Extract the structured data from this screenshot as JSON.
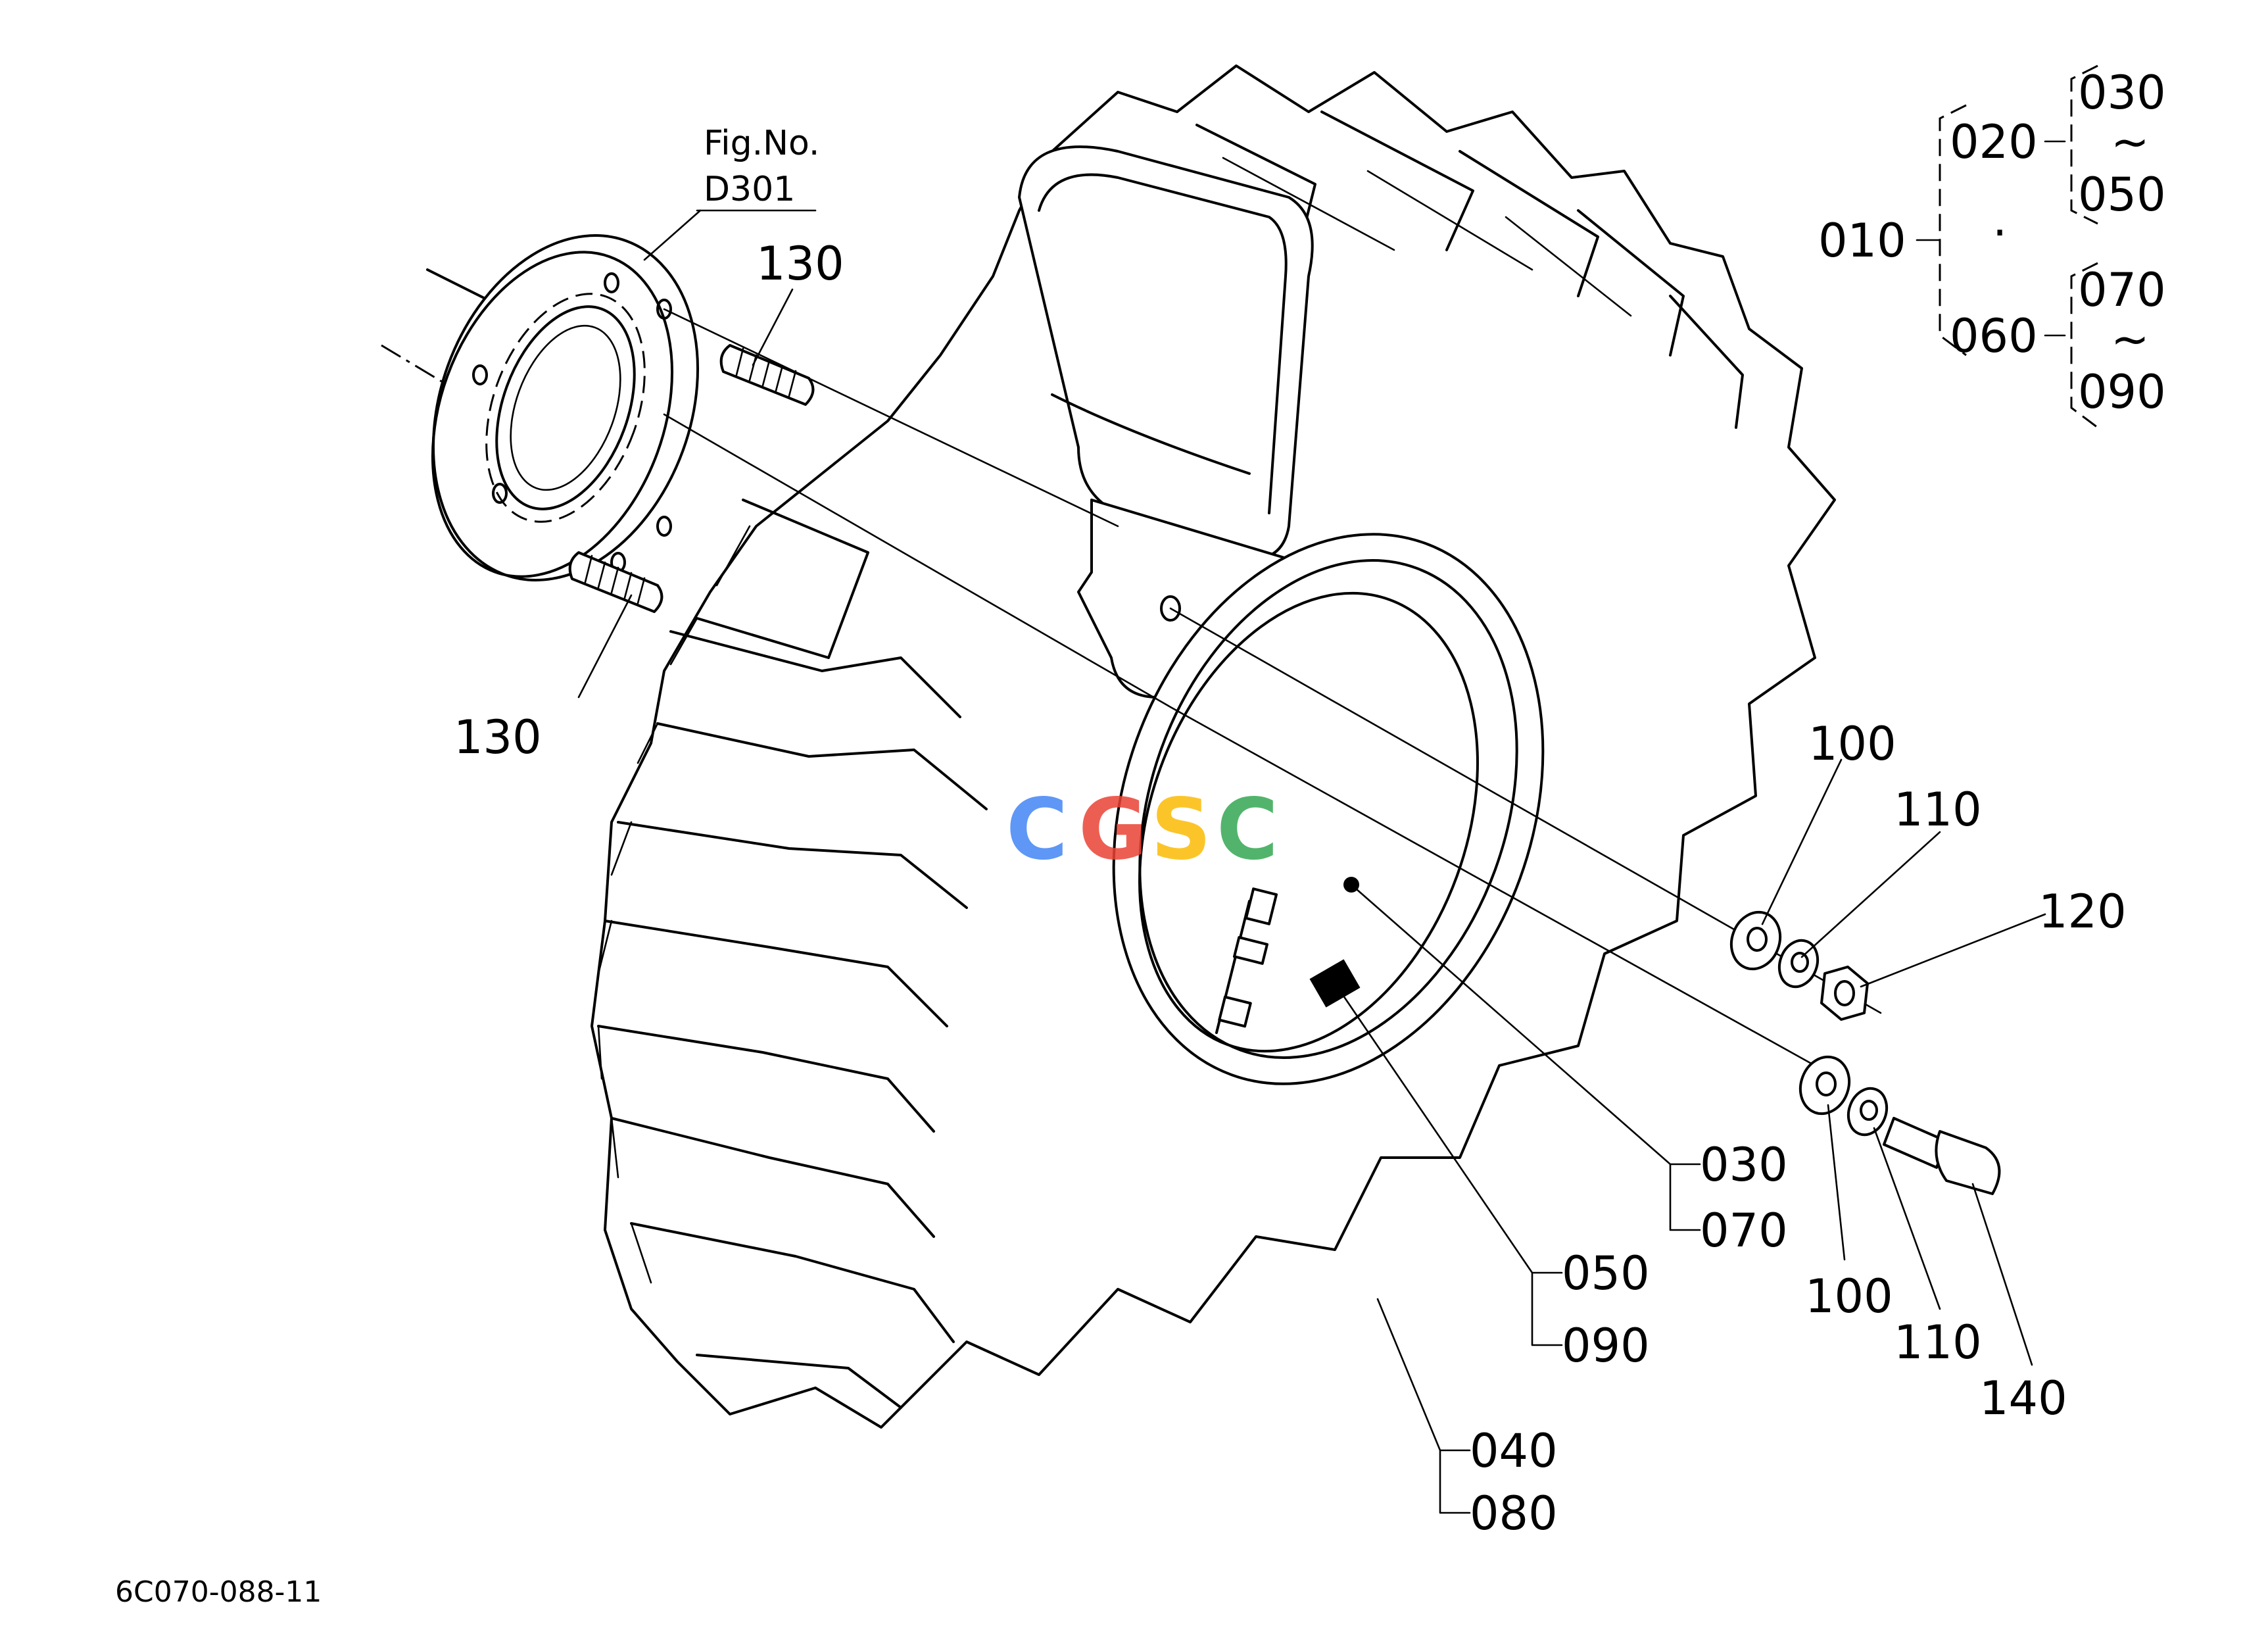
{
  "figure_ref": {
    "line1": "Fig.No.",
    "line2": "D301"
  },
  "callouts": {
    "c010": "010",
    "c020": "020",
    "c030": "030",
    "c050": "050",
    "c060": "060",
    "c070": "070",
    "c090": "090",
    "c040": "040",
    "c080": "080",
    "c100": "100",
    "c110": "110",
    "c120": "120",
    "c130": "130",
    "c140": "140"
  },
  "range_symbol": "~",
  "bullet": "·",
  "diagram_code": "6C070-088-11",
  "watermark": {
    "letters": [
      "C",
      "G",
      "S",
      "C"
    ],
    "colors": [
      "#4285F4",
      "#EA4335",
      "#FBBC05",
      "#34A853"
    ]
  }
}
